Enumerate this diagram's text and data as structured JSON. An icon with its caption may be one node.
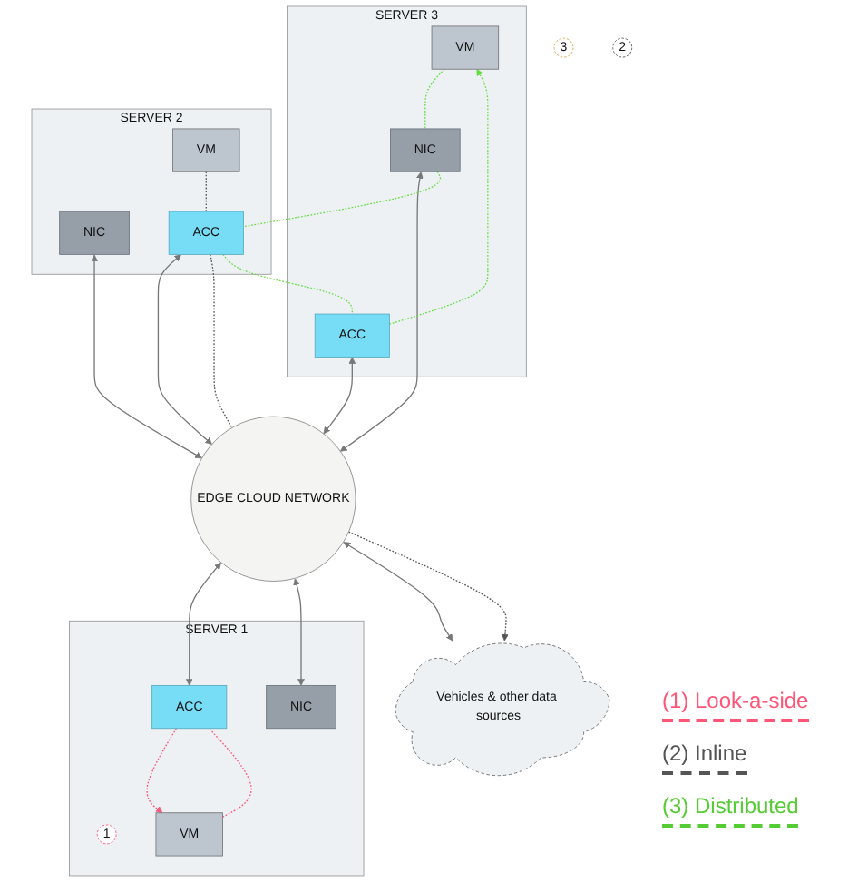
{
  "diagram": {
    "nodes": [
      {
        "text": [
          "SERVER 3"
        ]
      },
      {
        "text": [
          "VM"
        ],
        "in": 0
      },
      {
        "text": [
          "NIC"
        ],
        "in": 0
      },
      {
        "text": [
          "ACC"
        ],
        "in": 0
      },
      {
        "text": [
          "SERVER 2"
        ]
      },
      {
        "text": [
          "VM"
        ],
        "in": 4
      },
      {
        "text": [
          "NIC"
        ],
        "in": 4
      },
      {
        "text": [
          "ACC"
        ],
        "in": 4
      },
      {
        "text": [
          "3"
        ]
      },
      {
        "text": [
          "EDGE CLOUD NETWORK"
        ]
      },
      {
        "text": [
          "2"
        ]
      },
      {
        "text": [
          "SERVER 1"
        ]
      },
      {
        "text": [
          "ACC"
        ],
        "in": 11
      },
      {
        "text": [
          "NIC"
        ],
        "in": 11
      },
      {
        "text": [
          "1"
        ],
        "in": 11
      },
      {
        "text": [
          "VM"
        ],
        "in": 11
      },
      {
        "text": [
          "Vehicles & other data sources"
        ]
      }
    ],
    "edges": [
      {
        "from": 2,
        "to": 9,
        "arrow": "both"
      },
      {
        "from": 3,
        "to": 9,
        "arrow": "both"
      },
      {
        "from": 6,
        "to": 9,
        "arrow": "both"
      },
      {
        "from": 7,
        "to": 9,
        "arrow": "both"
      },
      {
        "from": 9,
        "to": 12,
        "arrow": "both"
      },
      {
        "from": 9,
        "to": 13,
        "arrow": "both"
      },
      {
        "from": 9,
        "to": 16,
        "arrow": "both"
      },
      {
        "from": 15,
        "to": 12,
        "arrow": "none",
        "style": "dashed",
        "color": "#ff5577"
      },
      {
        "from": 12,
        "to": 15,
        "arrow": "to",
        "style": "dashed",
        "color": "#ff5577"
      },
      {
        "from": 5,
        "to": 7,
        "arrow": "none",
        "style": "dashed",
        "color": "#555555"
      },
      {
        "from": 7,
        "to": 9,
        "arrow": "none",
        "style": "dashed",
        "color": "#555555"
      },
      {
        "from": 9,
        "to": 16,
        "arrow": "to",
        "style": "dashed",
        "color": "#555555"
      },
      {
        "from": 1,
        "to": 2,
        "arrow": "none",
        "style": "dashed",
        "color": "#66dd44"
      },
      {
        "from": 2,
        "to": 7,
        "arrow": "none",
        "style": "dashed",
        "color": "#66dd44"
      },
      {
        "from": 7,
        "to": 3,
        "arrow": "none",
        "style": "dashed",
        "color": "#66dd44"
      },
      {
        "from": 3,
        "to": 1,
        "arrow": "to",
        "style": "dashed",
        "color": "#66dd44"
      }
    ],
    "legend": [
      {
        "text": "(1) Look-a-side"
      },
      {
        "text": "(2) Inline"
      },
      {
        "text": "(3) Distributed"
      }
    ]
  }
}
